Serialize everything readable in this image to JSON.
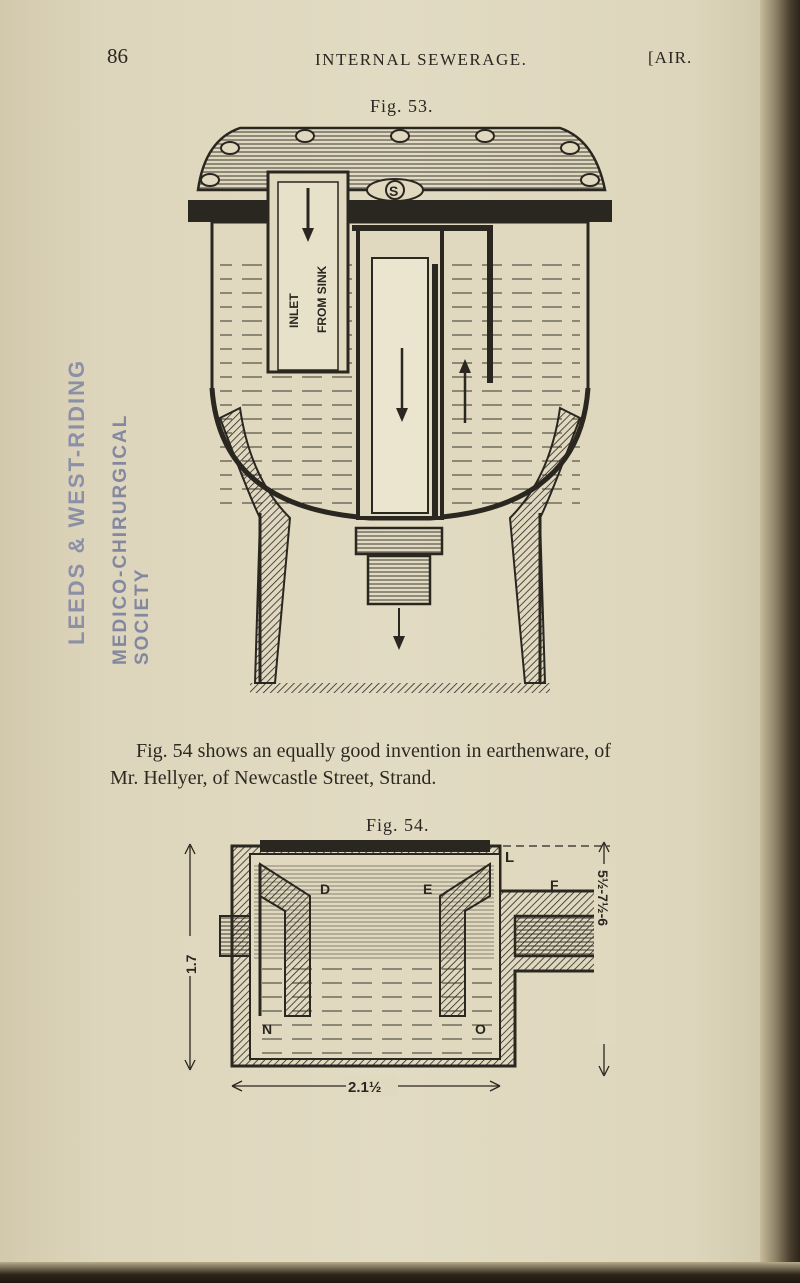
{
  "header": {
    "page_number": "86",
    "running_head": "INTERNAL SEWERAGE.",
    "section_tag": "[AIR."
  },
  "figure_53": {
    "caption": "Fig. 53.",
    "labels": {
      "inlet": "INLET",
      "from_sink": "FROM SINK",
      "cover_mark": "S"
    }
  },
  "body_text": {
    "line1": "Fig. 54 shows an equally good invention in earthenware, of",
    "line2": "Mr. Hellyer, of Newcastle Street, Strand."
  },
  "figure_54": {
    "caption": "Fig. 54.",
    "labels": {
      "L": "L",
      "D": "D",
      "E": "E",
      "F": "F",
      "N": "N",
      "O": "O"
    },
    "dimensions": {
      "bottom": "2.1½",
      "left": "1.7",
      "right": "5½-7½-6"
    }
  },
  "library_stamp": {
    "line1": "LEEDS & WEST-RIDING",
    "line2": "MEDICO-CHIRURGICAL SOCIETY"
  },
  "colors": {
    "paper": "#e0d9c0",
    "ink": "#2a2620",
    "spine": "#2b241a",
    "stamp": "#3a4a8a"
  }
}
